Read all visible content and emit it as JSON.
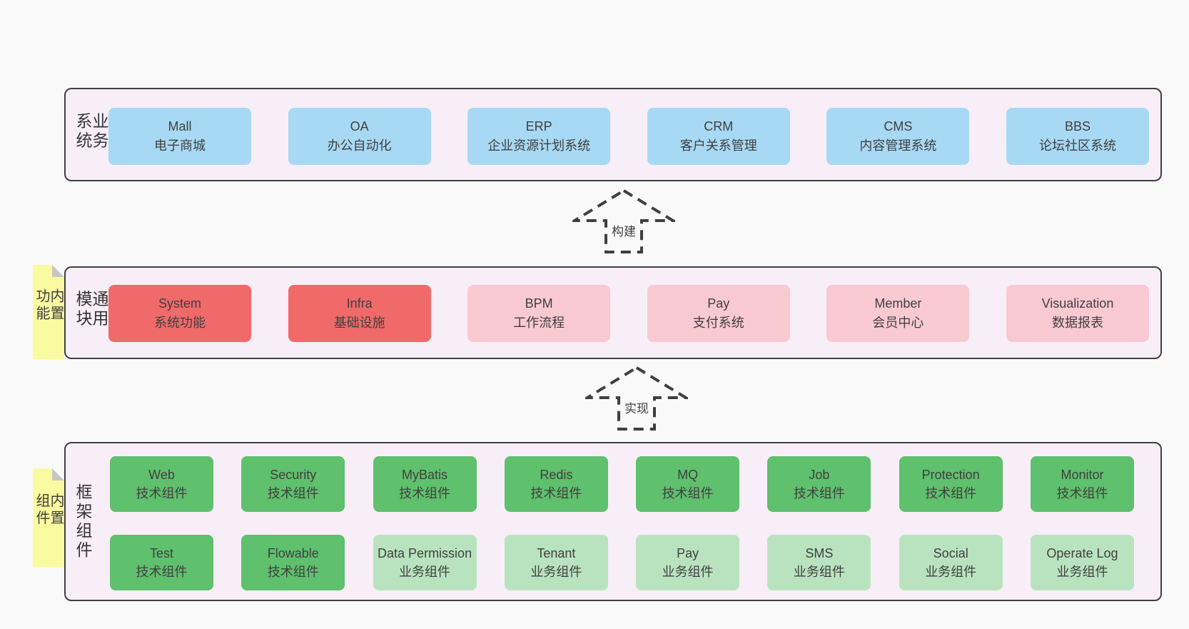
{
  "colors": {
    "page_bg": "#f9f9f9",
    "panel_bg": "#f8eef7",
    "panel_border": "#3f3f3f",
    "blue_box": "#a8d9f4",
    "red_box": "#f06a6a",
    "pink_box": "#f9c9d2",
    "green_box": "#5fc06d",
    "light_green_box": "#b9e3bf",
    "sticky_yellow": "#fafaa0",
    "sticky_fold": "#c6c6c6",
    "text": "#3f3f3f"
  },
  "arrows": [
    {
      "label": "构建"
    },
    {
      "label": "实现"
    }
  ],
  "layers": [
    {
      "label": "业务系统",
      "boxes": [
        {
          "name": "Mall",
          "desc": "电子商城",
          "variant": "blue"
        },
        {
          "name": "OA",
          "desc": "办公自动化",
          "variant": "blue"
        },
        {
          "name": "ERP",
          "desc": "企业资源计划系统",
          "variant": "blue"
        },
        {
          "name": "CRM",
          "desc": "客户关系管理",
          "variant": "blue"
        },
        {
          "name": "CMS",
          "desc": "内容管理系统",
          "variant": "blue"
        },
        {
          "name": "BBS",
          "desc": "论坛社区系统",
          "variant": "blue"
        }
      ]
    },
    {
      "label": "通用模块",
      "sticky": "内置功能",
      "boxes": [
        {
          "name": "System",
          "desc": "系统功能",
          "variant": "red"
        },
        {
          "name": "Infra",
          "desc": "基础设施",
          "variant": "red"
        },
        {
          "name": "BPM",
          "desc": "工作流程",
          "variant": "pink"
        },
        {
          "name": "Pay",
          "desc": "支付系统",
          "variant": "pink"
        },
        {
          "name": "Member",
          "desc": "会员中心",
          "variant": "pink"
        },
        {
          "name": "Visualization",
          "desc": "数据报表",
          "variant": "pink"
        }
      ]
    },
    {
      "label": "框架组件",
      "sticky": "内置组件",
      "boxes": [
        {
          "name": "Web",
          "desc": "技术组件",
          "variant": "green"
        },
        {
          "name": "Security",
          "desc": "技术组件",
          "variant": "green"
        },
        {
          "name": "MyBatis",
          "desc": "技术组件",
          "variant": "green"
        },
        {
          "name": "Redis",
          "desc": "技术组件",
          "variant": "green"
        },
        {
          "name": "MQ",
          "desc": "技术组件",
          "variant": "green"
        },
        {
          "name": "Job",
          "desc": "技术组件",
          "variant": "green"
        },
        {
          "name": "Protection",
          "desc": "技术组件",
          "variant": "green"
        },
        {
          "name": "Monitor",
          "desc": "技术组件",
          "variant": "green"
        },
        {
          "name": "Test",
          "desc": "技术组件",
          "variant": "green"
        },
        {
          "name": "Flowable",
          "desc": "技术组件",
          "variant": "green"
        },
        {
          "name": "Data Permission",
          "desc": "业务组件",
          "variant": "lgreen"
        },
        {
          "name": "Tenant",
          "desc": "业务组件",
          "variant": "lgreen"
        },
        {
          "name": "Pay",
          "desc": "业务组件",
          "variant": "lgreen"
        },
        {
          "name": "SMS",
          "desc": "业务组件",
          "variant": "lgreen"
        },
        {
          "name": "Social",
          "desc": "业务组件",
          "variant": "lgreen"
        },
        {
          "name": "Operate Log",
          "desc": "业务组件",
          "variant": "lgreen"
        }
      ]
    }
  ]
}
